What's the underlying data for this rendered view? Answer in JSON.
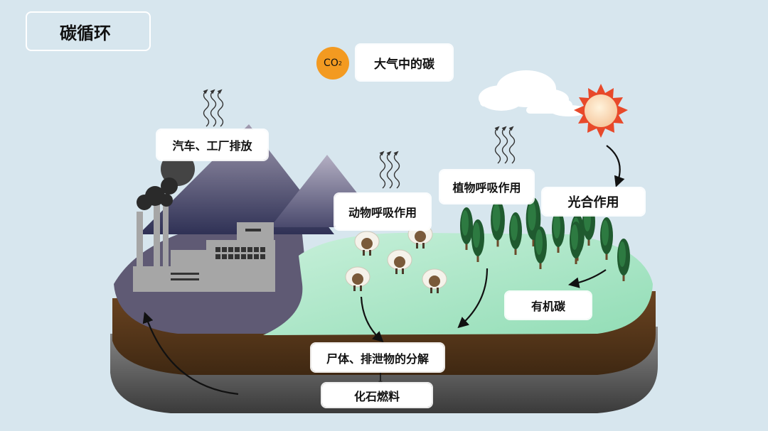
{
  "title": "碳循环",
  "co2_badge": {
    "main": "CO",
    "sub": "2"
  },
  "labels": {
    "atmosphere_carbon": "大气中的碳",
    "cars_factories": "汽车、工厂排放",
    "animal_respiration": "动物呼吸作用",
    "plant_respiration": "植物呼吸作用",
    "photosynthesis": "光合作用",
    "organic_carbon": "有机碳",
    "decomposition": "尸体、排泄物的分解",
    "fossil_fuel": "化石燃料"
  },
  "colors": {
    "background": "#d7e6ee",
    "sun": "#e8492a",
    "sun_core": "#fde6c8",
    "co2": "#f39a21",
    "grass": "#a9e6c4",
    "soil": "#5a3a1a",
    "rock": "#6f6f6f",
    "mountain": "#6f6a86",
    "factory": "#a3a3a3",
    "tree": "#1f5a2f"
  }
}
